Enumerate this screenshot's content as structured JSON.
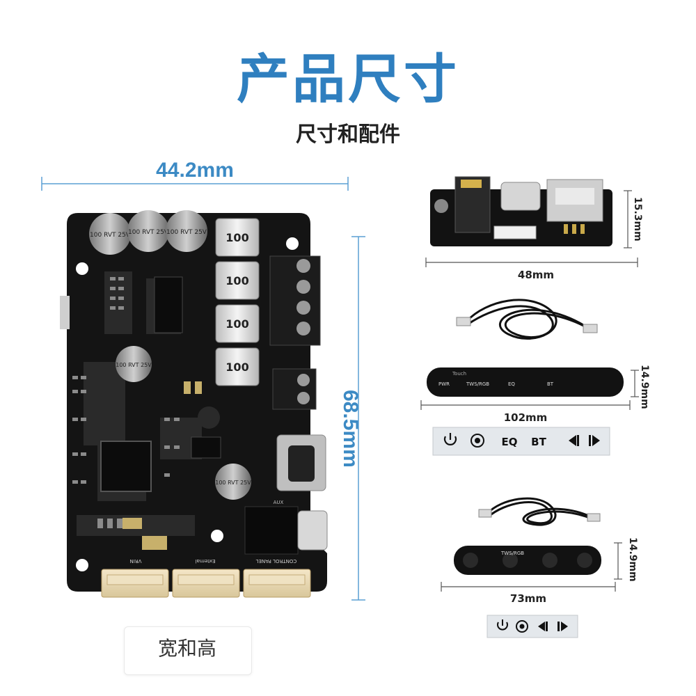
{
  "header": {
    "title": "产品尺寸",
    "subtitle": "尺寸和配件"
  },
  "main_board": {
    "width_label": "44.2mm",
    "height_label": "68.5mm",
    "capacitor_text": "100 RVT 25V",
    "inductor_text": "100",
    "connector_labels": [
      "VRIN",
      "External",
      "CONTROL PANEL"
    ],
    "aux_label": "AUX",
    "caption": "宽和高"
  },
  "accessories": {
    "io_board": {
      "width": "48mm",
      "height": "15.3mm"
    },
    "touch_panel_large": {
      "width": "102mm",
      "height": "14.9mm",
      "panel_labels": [
        "PWR",
        "Touch",
        "TWS/RGB",
        "EQ",
        "BT"
      ],
      "sticker_labels": [
        "EQ",
        "BT"
      ]
    },
    "touch_panel_small": {
      "width": "73mm",
      "height": "14.9mm",
      "panel_labels": [
        "TWS/RGB"
      ]
    }
  },
  "colors": {
    "title": "#2f7fbf",
    "dimension_line": "#3c8ac4",
    "pcb": "#141414"
  }
}
